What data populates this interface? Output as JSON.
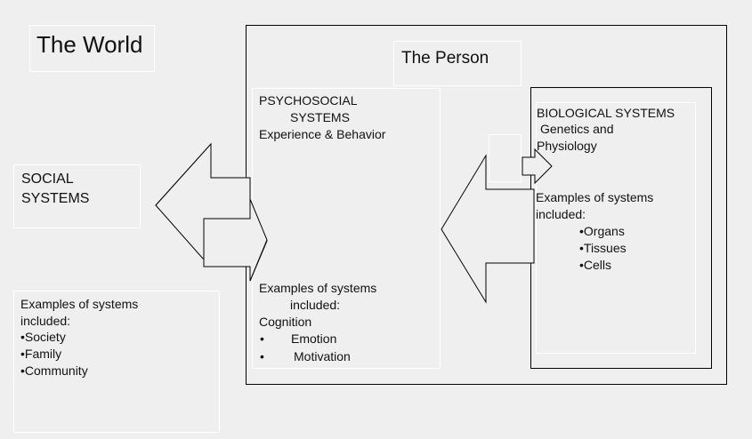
{
  "world": {
    "title": "The World"
  },
  "social": {
    "title_line1": "SOCIAL",
    "title_line2": "SYSTEMS",
    "examples_line1": "Examples of systems",
    "examples_line2": "included:",
    "items": [
      "Society",
      "Family",
      "Community"
    ]
  },
  "person": {
    "title": "The Person"
  },
  "psychosocial": {
    "title_line1": "PSYCHOSOCIAL",
    "title_line2": "SYSTEMS",
    "subtitle": "Experience & Behavior",
    "examples_line1": "Examples of systems",
    "examples_line2": "included:",
    "lead": "Cognition",
    "items": [
      "Emotion",
      "Motivation"
    ]
  },
  "biological": {
    "title": "BIOLOGICAL SYSTEMS",
    "subtitle_line1": "Genetics and",
    "subtitle_line2": "Physiology",
    "examples_line1": "Examples of systems",
    "examples_line2": "included:",
    "items": [
      "Organs",
      "Tissues",
      "Cells"
    ]
  }
}
